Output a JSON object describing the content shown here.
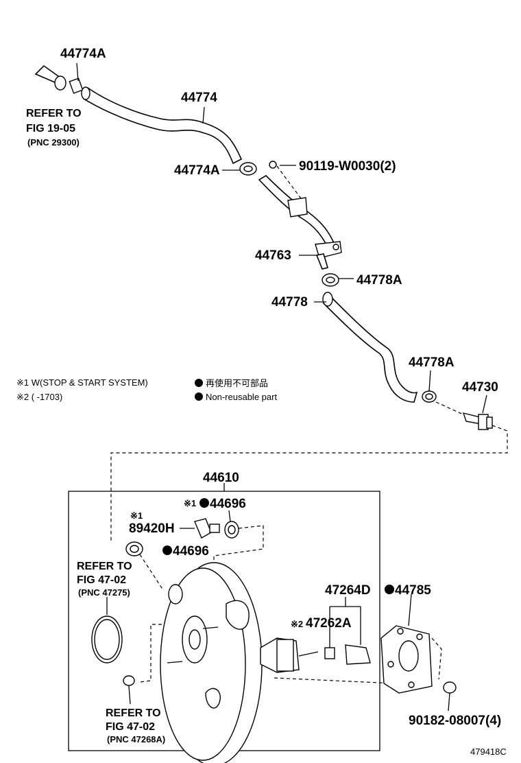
{
  "labels": {
    "p44774A_top": "44774A",
    "p44774": "44774",
    "refer_1905_a": "REFER TO",
    "refer_1905_b": "FIG 19-05",
    "refer_1905_c": "(PNC 29300)",
    "p44774A_mid": "44774A",
    "p90119": "90119-W0030(2)",
    "p44763": "44763",
    "p44778A_top": "44778A",
    "p44778": "44778",
    "p44778A_low": "44778A",
    "p44730": "44730",
    "p44610": "44610",
    "mark1_a": "※1",
    "p44696_top": "44696",
    "mark1_b": "※1",
    "p89420H": "89420H",
    "p44696_mid": "44696",
    "refer_4702_a1": "REFER TO",
    "refer_4702_a2": "FIG 47-02",
    "refer_4702_a3": "(PNC 47275)",
    "p47264D": "47264D",
    "p44785": "44785",
    "mark2": "※2",
    "p47262A": "47262A",
    "refer_4702_b1": "REFER TO",
    "refer_4702_b2": "FIG 47-02",
    "refer_4702_b3": "(PNC 47268A)",
    "p90182": "90182-08007(4)",
    "figure_code": "479418C"
  },
  "legend": {
    "note1": "※1 W(STOP & START SYSTEM)",
    "note2": "※2 (       -1703)",
    "nonreuse_jp": "再使用不可部品",
    "nonreuse_en": "Non-reusable part"
  }
}
